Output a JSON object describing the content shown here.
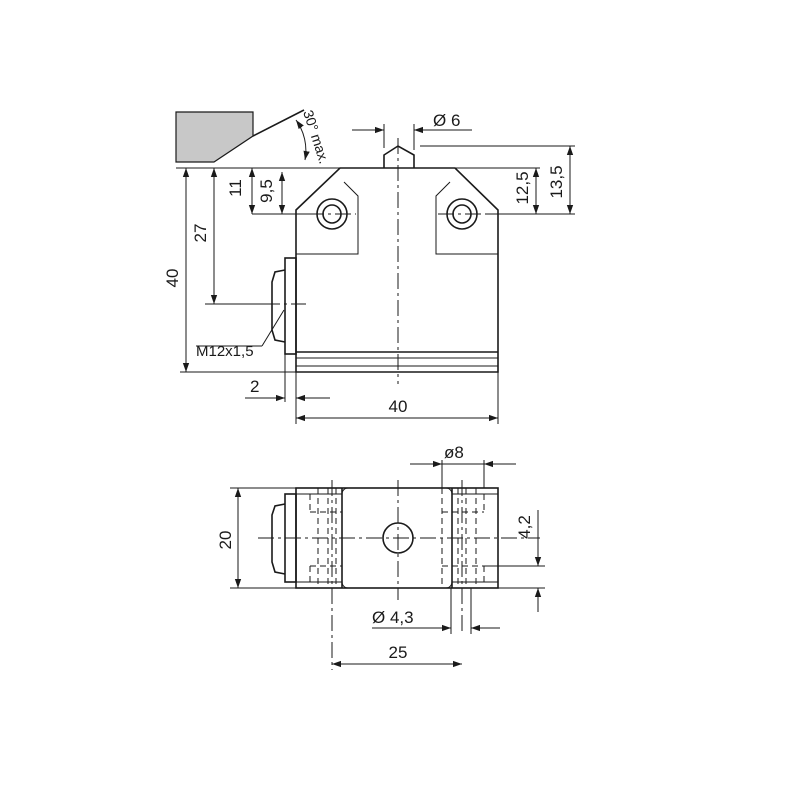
{
  "drawing": {
    "colors": {
      "line": "#1a1a1a",
      "actuator_fill": "#c8c8c8",
      "background": "#ffffff"
    },
    "front_view": {
      "angle_note": "30° max.",
      "dims": {
        "pin_diameter": "Ø 6",
        "pin_height_a": "12,5",
        "pin_height_b": "13,5",
        "hole_height_a": "11",
        "hole_height_b": "9,5",
        "conduit_height": "27",
        "overall_height": "40",
        "overall_width": "40",
        "flange_offset": "2",
        "thread": "M12x1,5"
      }
    },
    "bottom_view": {
      "dims": {
        "bore_diameter": "ø8",
        "width": "20",
        "hole_offset": "4,2",
        "hole_diameter": "Ø 4,3",
        "hole_spacing": "25"
      }
    }
  }
}
